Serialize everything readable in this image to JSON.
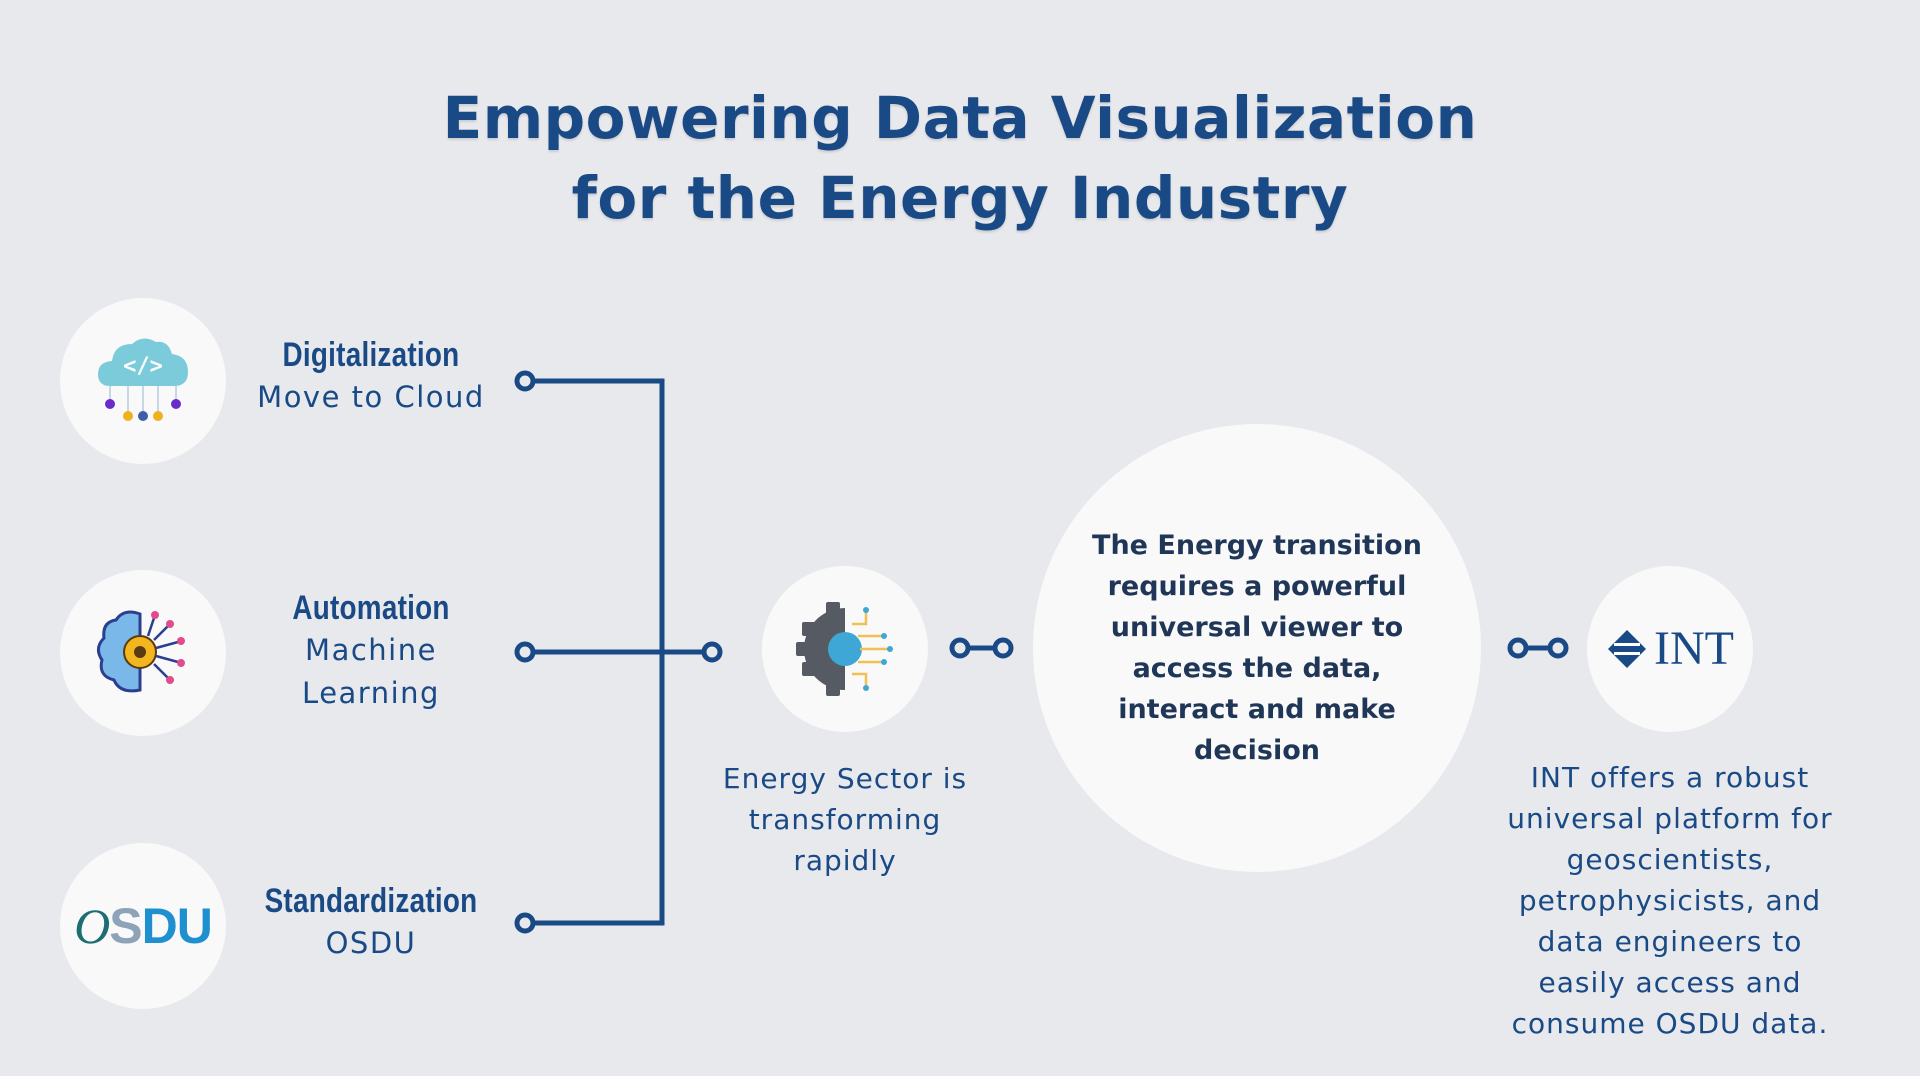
{
  "title": {
    "line1": "Empowering Data Visualization",
    "line2": "for the Energy Industry"
  },
  "categories": [
    {
      "heading": "Digitalization",
      "sub": [
        "Move to Cloud"
      ],
      "icon": "cloud-code-icon"
    },
    {
      "heading": "Automation",
      "sub": [
        "Machine",
        "Learning"
      ],
      "icon": "brain-gear-icon"
    },
    {
      "heading": "Standardization",
      "sub": [
        "OSDU"
      ],
      "icon": "osdu-logo"
    }
  ],
  "osdu_logo": {
    "o": "O",
    "s": "S",
    "du": "DU"
  },
  "energy_sector": {
    "icon": "gear-circuit-icon",
    "caption": [
      "Energy Sector is",
      "transforming",
      "rapidly"
    ]
  },
  "transition": {
    "lines": [
      "The Energy transition",
      "requires a powerful",
      "universal viewer to",
      "access the data,",
      "interact and make",
      "decision"
    ]
  },
  "int": {
    "logo_text": "INT",
    "caption": [
      "INT offers a robust",
      "universal platform for",
      "geoscientists,",
      "petrophysicists, and",
      "data engineers to",
      "easily access and",
      "consume OSDU data."
    ]
  },
  "colors": {
    "primary": "#1a4a85",
    "background": "#e8e9ed",
    "circle": "#f9f9fa",
    "dark_text": "#1f3657"
  }
}
